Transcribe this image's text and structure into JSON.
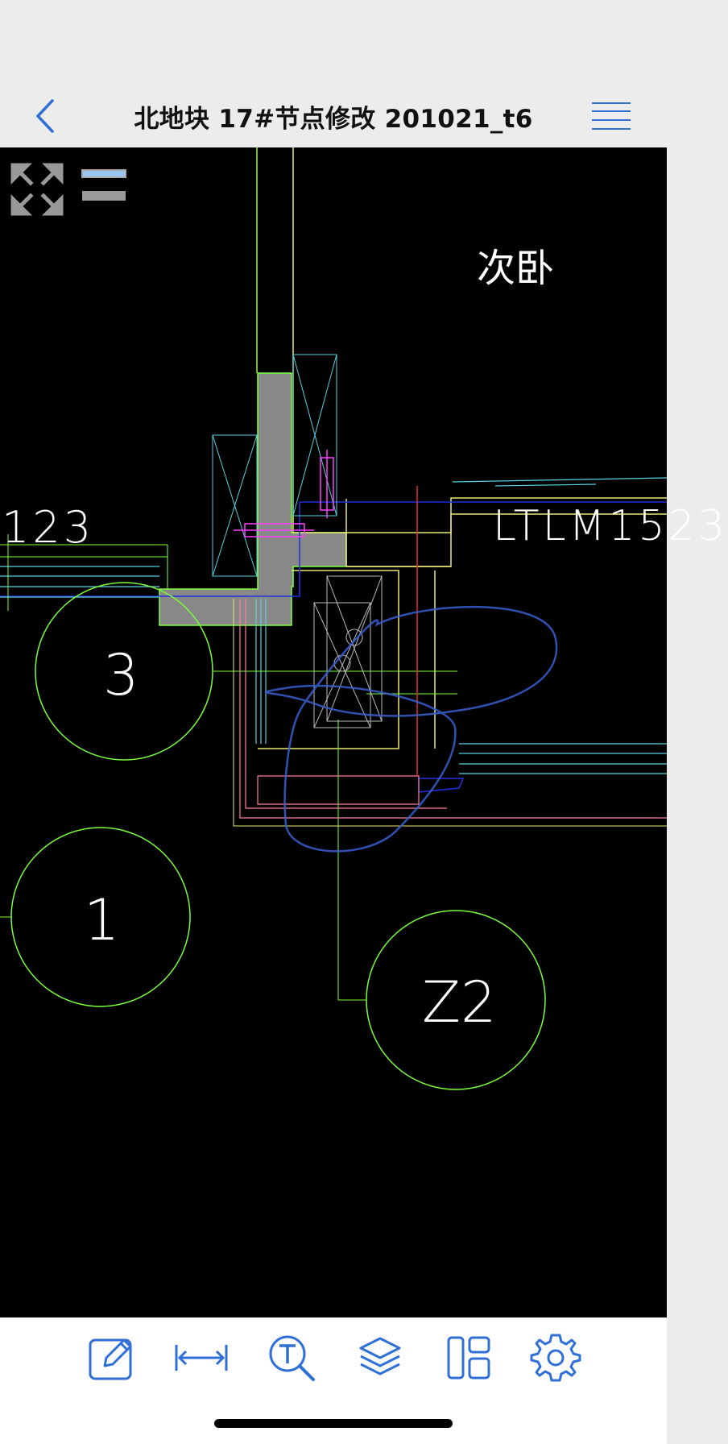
{
  "header": {
    "title": "北地块 17#节点修改 201021_t6",
    "back_icon": "chevron-left-icon",
    "menu_icon": "hamburger-menu-icon"
  },
  "drawing": {
    "labels": {
      "room": "次卧",
      "door_code": "LTLM1523",
      "left_code": "123",
      "grid_3": "3",
      "grid_1": "1",
      "grid_z2": "Z2"
    }
  },
  "view_controls": {
    "fullscreen_icon": "expand-arrows-icon",
    "layers_icon": "lines-toggle-icon"
  },
  "toolbar": {
    "items": [
      {
        "icon": "edit-pencil-icon"
      },
      {
        "icon": "measure-distance-icon"
      },
      {
        "icon": "text-search-icon"
      },
      {
        "icon": "layers-icon"
      },
      {
        "icon": "layout-panels-icon"
      },
      {
        "icon": "gear-icon"
      }
    ]
  },
  "colors": {
    "accent": "#2f6fd6",
    "canvas_bg": "#000000",
    "header_bg": "#ececec",
    "cad_green": "#7cff3a",
    "cad_yellow": "#e8e870",
    "cad_cyan": "#5ad0e0",
    "cad_blue": "#2030e0",
    "cad_magenta": "#ff40ff",
    "cad_red": "#e03030",
    "cad_gray_fill": "#888888"
  }
}
